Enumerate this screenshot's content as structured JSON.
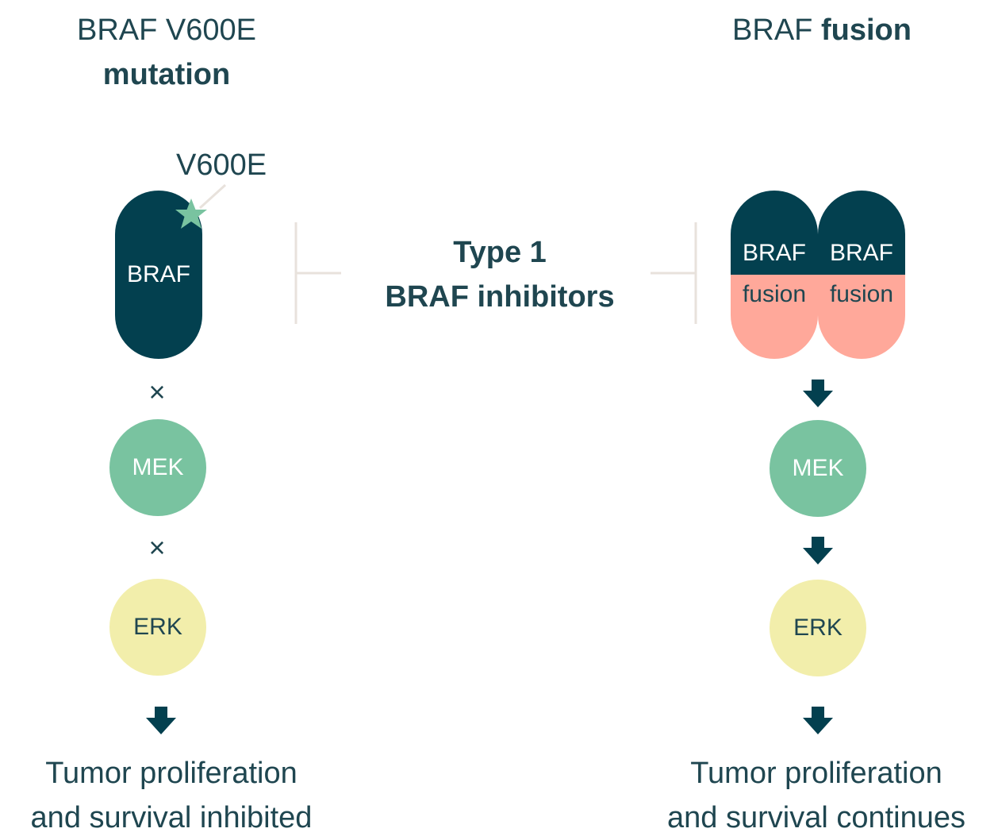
{
  "left": {
    "title_line1": "BRAF V600E",
    "title_line2": "mutation",
    "mutation_label": "V600E",
    "protein_label": "BRAF",
    "mek_label": "MEK",
    "erk_label": "ERK",
    "block_symbol": "×",
    "outcome_line1": "Tumor proliferation",
    "outcome_line2": "and survival inhibited"
  },
  "right": {
    "title_normal": "BRAF",
    "title_bold": "fusion",
    "dimer": [
      {
        "top_label": "BRAF",
        "bottom_label": "fusion"
      },
      {
        "top_label": "BRAF",
        "bottom_label": "fusion"
      }
    ],
    "mek_label": "MEK",
    "erk_label": "ERK",
    "outcome_line1": "Tumor proliferation",
    "outcome_line2": "and survival continues"
  },
  "center": {
    "line1": "Type 1",
    "line2": "BRAF inhibitors"
  },
  "colors": {
    "dark_teal": "#03404f",
    "text": "#1f4650",
    "mek_green": "#79c3a0",
    "erk_yellow": "#f2eeab",
    "fusion_salmon": "#ffa89a",
    "star_green": "#79c3a0",
    "inhibitor_line": "#e8e2dc"
  },
  "icons": {
    "mutation_marker": "star-icon",
    "active_signal": "arrow-down-icon",
    "blocked_signal": "x-mark-icon"
  }
}
